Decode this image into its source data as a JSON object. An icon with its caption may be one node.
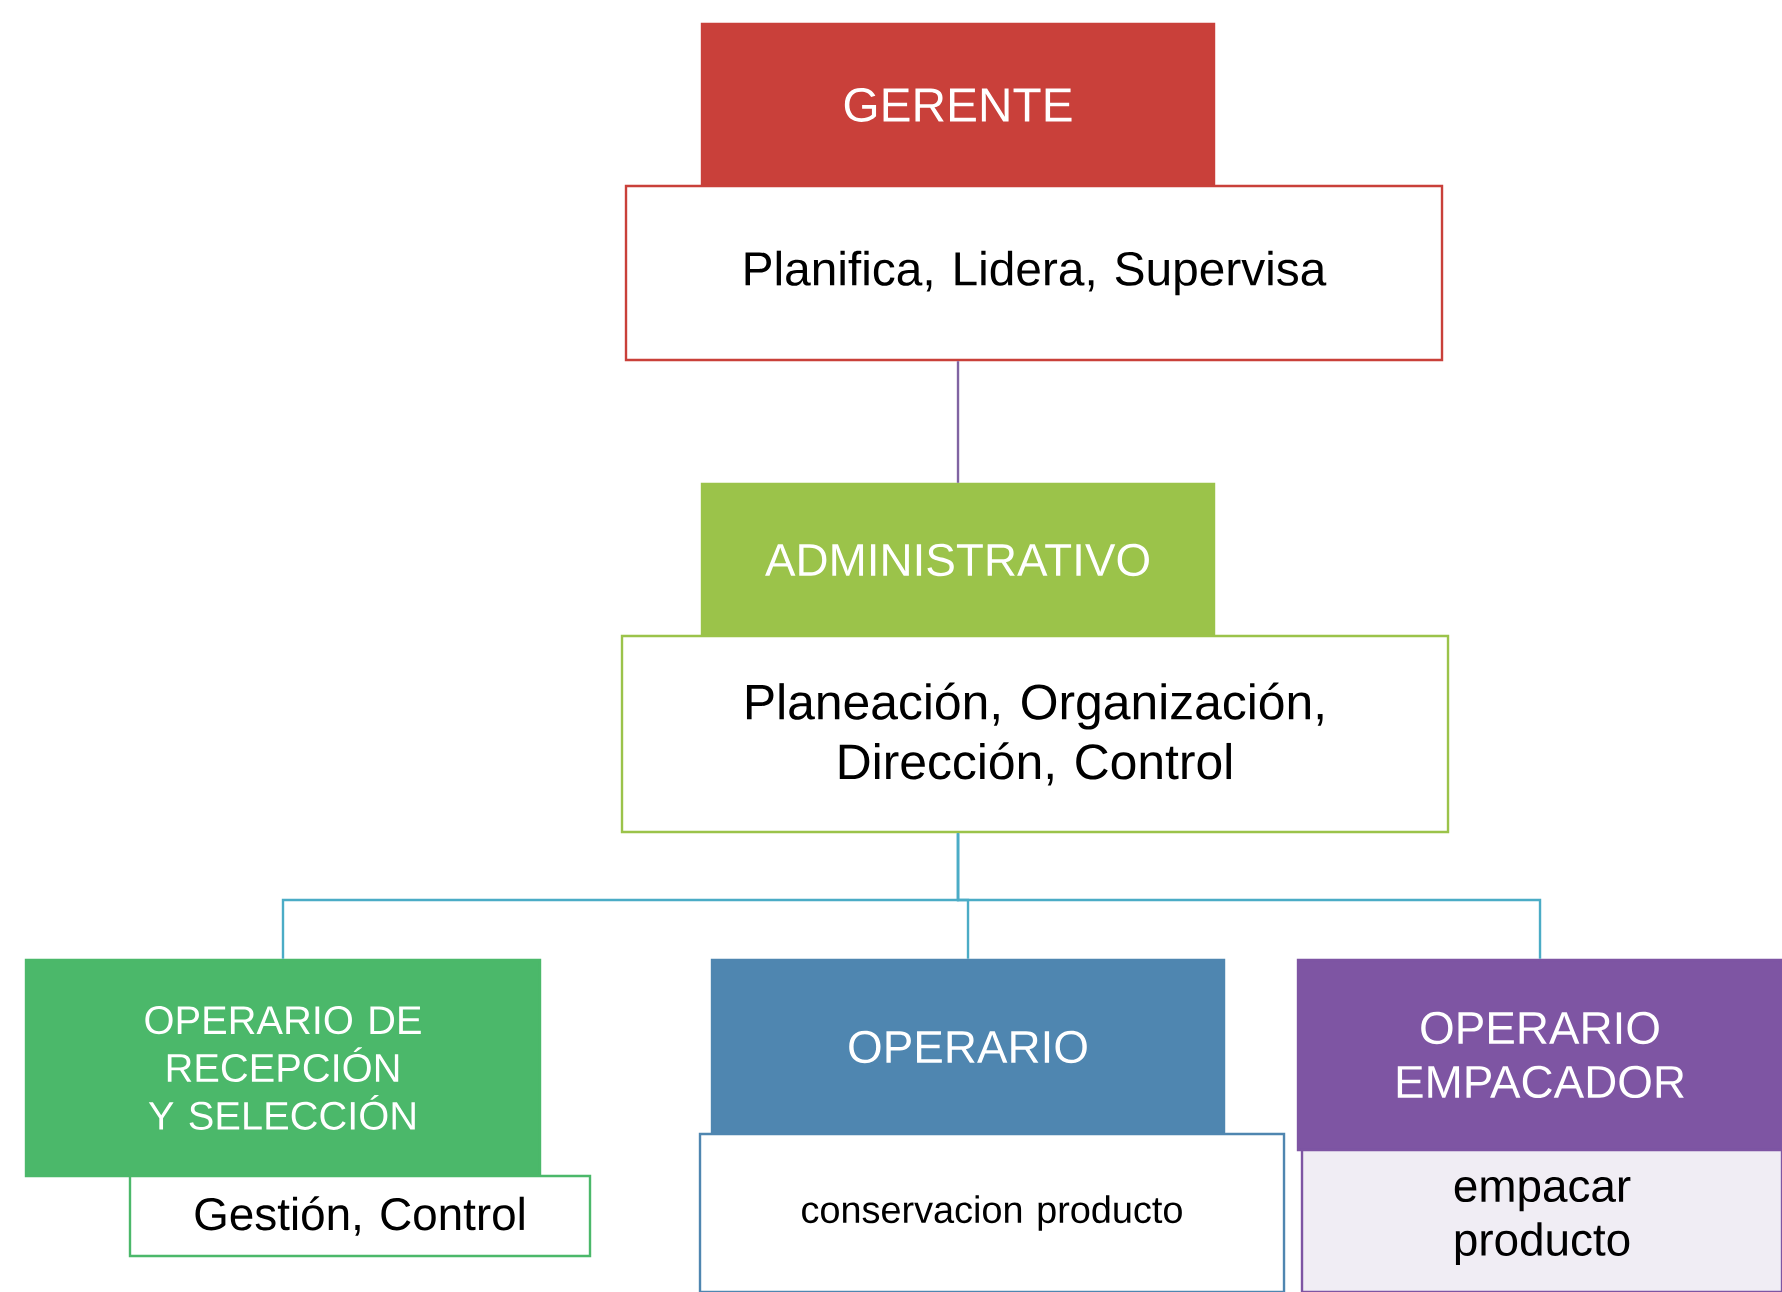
{
  "diagram": {
    "nodes": [
      {
        "text": [
          "GERENTE"
        ]
      },
      {
        "text": [
          "Planifica, Lidera, Supervisa"
        ]
      },
      {
        "text": [
          "ADMINISTRATIVO"
        ]
      },
      {
        "text": [
          "Planeación, Organización, Dirección, Control"
        ]
      },
      {
        "text": [
          "OPERARIO DE RECEPCIÓN Y SELECCIÓN"
        ]
      },
      {
        "text": [
          "Gestión, Control"
        ]
      },
      {
        "text": [
          "OPERARIO"
        ]
      },
      {
        "text": [
          "conservacion producto"
        ]
      },
      {
        "text": [
          "OPERARIO EMPACADOR"
        ]
      },
      {
        "text": [
          "empacar producto"
        ]
      }
    ],
    "edges": [
      {
        "from": 1,
        "to": 2,
        "arrow": "none",
        "color": "#8064a2"
      },
      {
        "from": 3,
        "to": 4,
        "arrow": "none"
      },
      {
        "from": 3,
        "to": 6,
        "arrow": "none"
      },
      {
        "from": 3,
        "to": 8,
        "arrow": "none"
      }
    ]
  }
}
